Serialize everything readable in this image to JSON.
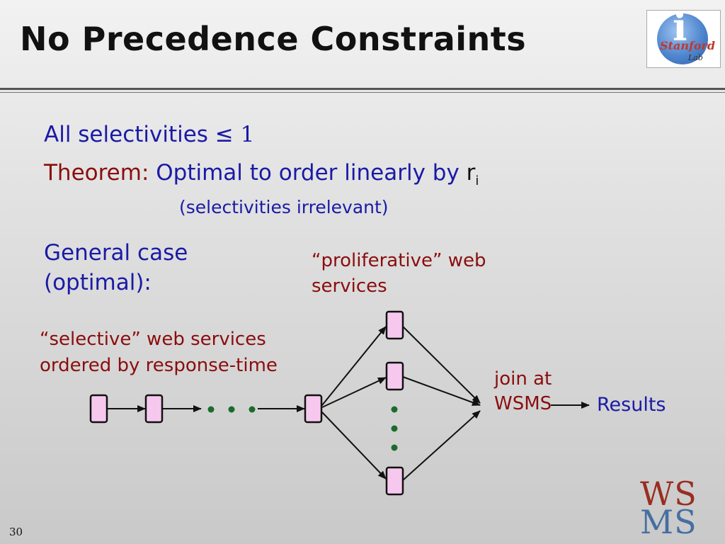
{
  "slide": {
    "title": "No Precedence Constraints",
    "page_number": "30"
  },
  "logo": {
    "i_letter": "i",
    "stanford": "Stanford",
    "lab": "Lab"
  },
  "body": {
    "line1_text": "All selectivities ≤ ",
    "line1_num": "1",
    "theorem_label": "Theorem: ",
    "theorem_text": "Optimal to order linearly by ",
    "theorem_var": "r",
    "theorem_sub": "i",
    "theorem_note": "(selectivities irrelevant)",
    "general_case": "General case (optimal):"
  },
  "diagram": {
    "proliferative_label": "“proliferative” web services",
    "selective_label": "“selective” web services ordered by response-time",
    "join_label": "join at WSMS",
    "results_label": "Results",
    "colors": {
      "node_fill": "#f7c8ee",
      "node_stroke": "#111111",
      "dots": "#1c6b2c",
      "arrow": "#111111"
    }
  },
  "ws_logo": {
    "text": "WS",
    "text2": "MS"
  }
}
